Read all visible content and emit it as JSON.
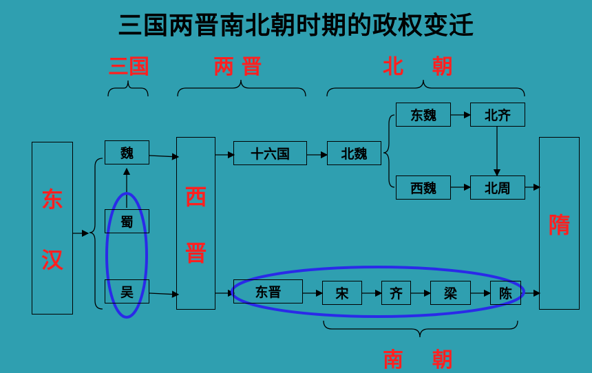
{
  "title": "三国两晋南北朝时期的政权变迁",
  "periods": {
    "sanguo": "三国",
    "liangjin": "两 晋",
    "beichao": "北    朝",
    "nanchao": "南    朝"
  },
  "states": {
    "donghan_1": "东",
    "donghan_2": "汉",
    "wei": "魏",
    "shu": "蜀",
    "wu": "吴",
    "xijin_1": "西",
    "xijin_2": "晋",
    "shiliuguo": "十六国",
    "beiwei": "北魏",
    "dongwei": "东魏",
    "beiqi": "北齐",
    "xiwei": "西魏",
    "beizhou": "北周",
    "dongjin": "东晋",
    "song": "宋",
    "qi": "齐",
    "liang": "梁",
    "chen": "陈",
    "sui": "隋"
  },
  "colors": {
    "background": "#2f9fb0",
    "period_label": "#ff2020",
    "highlight_ellipse": "#2a2ae8"
  }
}
